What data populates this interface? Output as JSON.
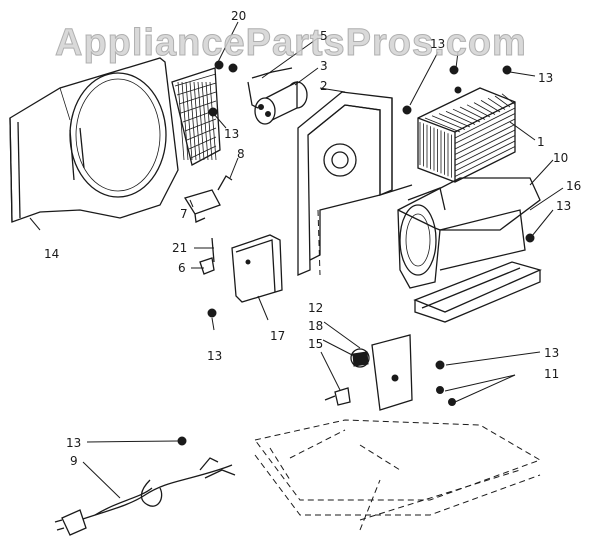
{
  "watermark": "AppliancePartsPros.com",
  "callouts": {
    "c20": "20",
    "c5": "5",
    "c3": "3",
    "c2": "2",
    "c13_top_left": "13",
    "c13_top_right_a": "13",
    "c13_top_right_b": "13",
    "c1": "1",
    "c10": "10",
    "c16": "16",
    "c13_right": "13",
    "c8": "8",
    "c7": "7",
    "c21": "21",
    "c6": "6",
    "c14": "14",
    "c17": "17",
    "c13_left": "13",
    "c12": "12",
    "c18": "18",
    "c15": "15",
    "c13_mid_right": "13",
    "c11": "11",
    "c13_bottom_left": "13",
    "c9": "9"
  },
  "parts": [
    "front-panel",
    "fan-orifice-grille",
    "capacitor",
    "capacitor-bracket",
    "partition",
    "condenser-coil",
    "blower-housing",
    "base-pan",
    "switch",
    "control-bracket",
    "thermostat",
    "control-knob",
    "power-cord",
    "screws"
  ],
  "colors": {
    "ink": "#1a1a1a",
    "paper": "#ffffff",
    "watermark": "#cfcfcf"
  }
}
